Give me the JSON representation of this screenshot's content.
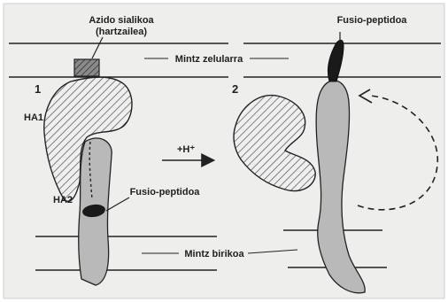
{
  "labels": {
    "receptor": "Azido sialikoa",
    "receptor_note": "(hartzailea)",
    "cell_membrane": "Mintz zelularra",
    "viral_membrane": "Mintz birikoa",
    "fusion_peptide_left": "Fusio-peptidoa",
    "fusion_peptide_right": "Fusio-peptidoa",
    "panel_1": "1",
    "panel_2": "2",
    "ha1": "HA1",
    "ha2": "HA2",
    "acid_trigger": "+H⁺"
  },
  "colors": {
    "background": "#eeeeec",
    "line": "#222222",
    "stalk_fill": "#b9b9b9",
    "peptide_fill": "#1a1a1a",
    "hatch": "#555555"
  }
}
